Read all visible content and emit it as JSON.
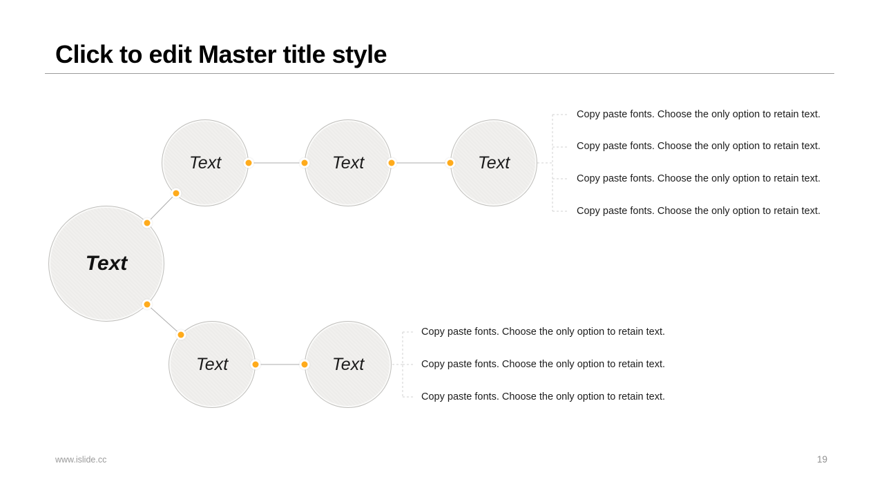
{
  "slide": {
    "title": "Click to edit Master title style",
    "footer_url": "www.islide.cc",
    "page_number": "19"
  },
  "diagram": {
    "accent_color": "#ffab1c",
    "node_fill_color": "#f1f0ee",
    "center_node": {
      "label": "Text"
    },
    "top_nodes": [
      {
        "label": "Text"
      },
      {
        "label": "Text"
      },
      {
        "label": "Text"
      }
    ],
    "bottom_nodes": [
      {
        "label": "Text"
      },
      {
        "label": "Text"
      }
    ],
    "annotations_top": [
      "Copy paste fonts. Choose the only option to retain text.",
      "Copy paste fonts. Choose the only option to retain text.",
      "Copy paste fonts. Choose the only option to retain text.",
      "Copy paste fonts. Choose the only option to retain text."
    ],
    "annotations_bottom": [
      "Copy paste fonts. Choose the only option to retain text.",
      "Copy paste fonts. Choose the only option to retain text.",
      "Copy paste fonts. Choose the only option to retain text."
    ]
  }
}
